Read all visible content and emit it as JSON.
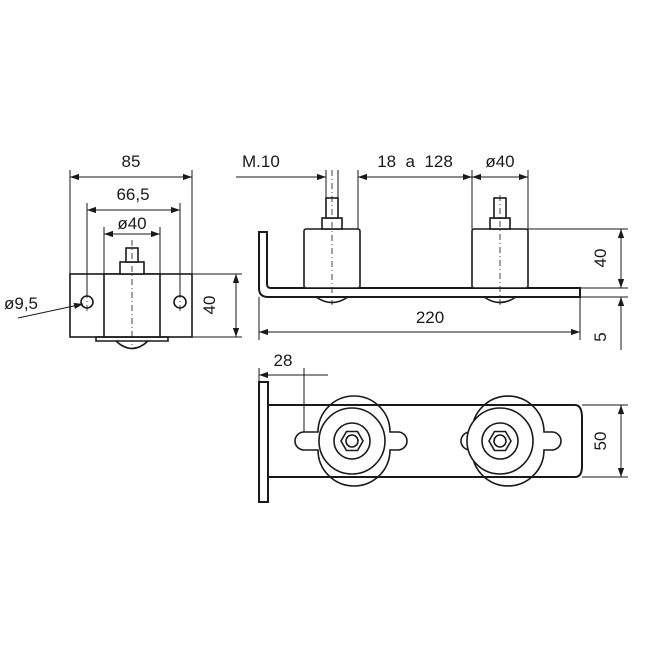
{
  "front_view": {
    "width_label": "85",
    "hole_spacing_label": "66,5",
    "roller_diameter_label": "ø40",
    "hole_diameter_label": "ø9,5",
    "height_label": "40"
  },
  "side_view": {
    "thread_label": "M.10",
    "spacing_label": "18  a  128",
    "roller_diameter_label": "ø40",
    "length_label": "220",
    "height_label": "40",
    "thickness_label": "5"
  },
  "top_view": {
    "offset_label": "28",
    "width_label": "50"
  },
  "colors": {
    "line": "#1a1a1a",
    "background": "#ffffff"
  }
}
